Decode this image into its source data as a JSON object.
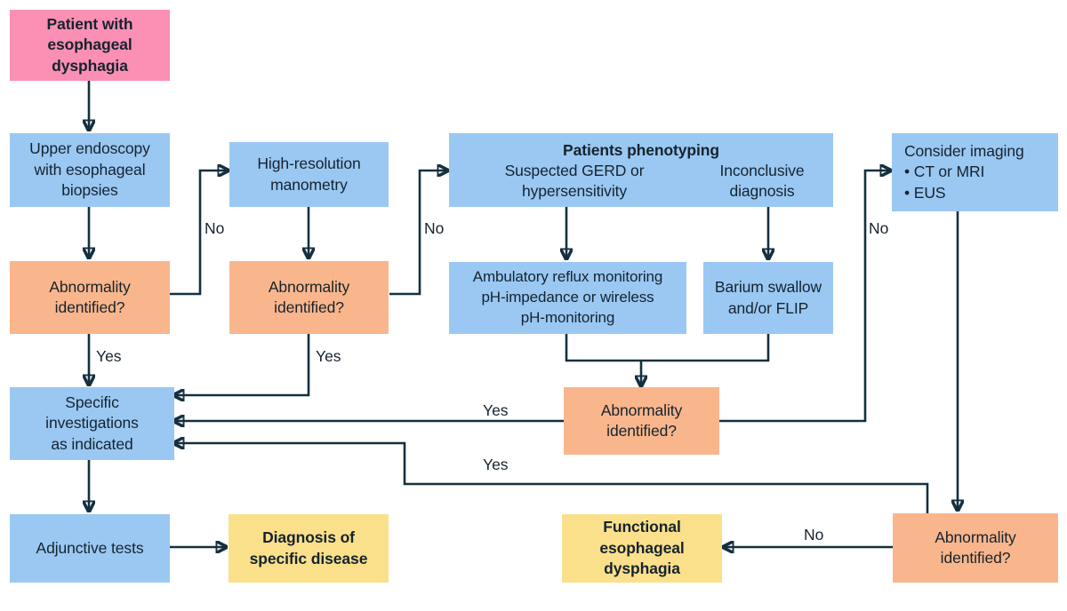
{
  "diagram": {
    "title": "Esophageal dysphagia diagnostic algorithm",
    "colors": {
      "blue": "#9ac8f3",
      "orange": "#f9b68c",
      "pink": "#fb8fb4",
      "yellow": "#fbe08b",
      "line": "#14303f",
      "text": "#16232e"
    }
  },
  "nodes": {
    "patient": {
      "lines": [
        "Patient with",
        "esophageal",
        "dysphagia"
      ]
    },
    "upper_endoscopy": {
      "lines": [
        "Upper endoscopy",
        "with esophageal",
        "biopsies"
      ]
    },
    "abnormality_1": {
      "lines": [
        "Abnormality",
        "identified?"
      ]
    },
    "manometry": {
      "lines": [
        "High-resolution",
        "manometry"
      ]
    },
    "abnormality_2": {
      "lines": [
        "Abnormality",
        "identified?"
      ]
    },
    "phenotyping_title": {
      "lines": [
        "Patients phenotyping"
      ]
    },
    "phenotyping_left": {
      "lines": [
        "Suspected GERD or",
        "hypersensitivity"
      ]
    },
    "phenotyping_right": {
      "lines": [
        "Inconclusive",
        "diagnosis"
      ]
    },
    "reflux_monitoring": {
      "lines": [
        "Ambulatory reflux monitoring",
        "pH-impedance or wireless",
        "pH-monitoring"
      ]
    },
    "barium": {
      "lines": [
        "Barium swallow",
        "and/or FLIP"
      ]
    },
    "abnormality_3": {
      "lines": [
        "Abnormality",
        "identified?"
      ]
    },
    "consider_imaging": {
      "lines": [
        "Consider imaging",
        "• CT or MRI",
        "• EUS"
      ]
    },
    "abnormality_4": {
      "lines": [
        "Abnormality",
        "identified?"
      ]
    },
    "specific_investigations": {
      "lines": [
        "Specific",
        "investigations",
        "as indicated"
      ]
    },
    "adjunctive_tests": {
      "lines": [
        "Adjunctive tests"
      ]
    },
    "diagnosis_specific": {
      "lines": [
        "Diagnosis of",
        "specific disease"
      ]
    },
    "functional_dysphagia": {
      "lines": [
        "Functional",
        "esophageal",
        "dysphagia"
      ]
    }
  },
  "edge_labels": {
    "no_1": "No",
    "no_2": "No",
    "no_3": "No",
    "no_4": "No",
    "yes_1": "Yes",
    "yes_2": "Yes",
    "yes_3": "Yes",
    "yes_4": "Yes"
  }
}
